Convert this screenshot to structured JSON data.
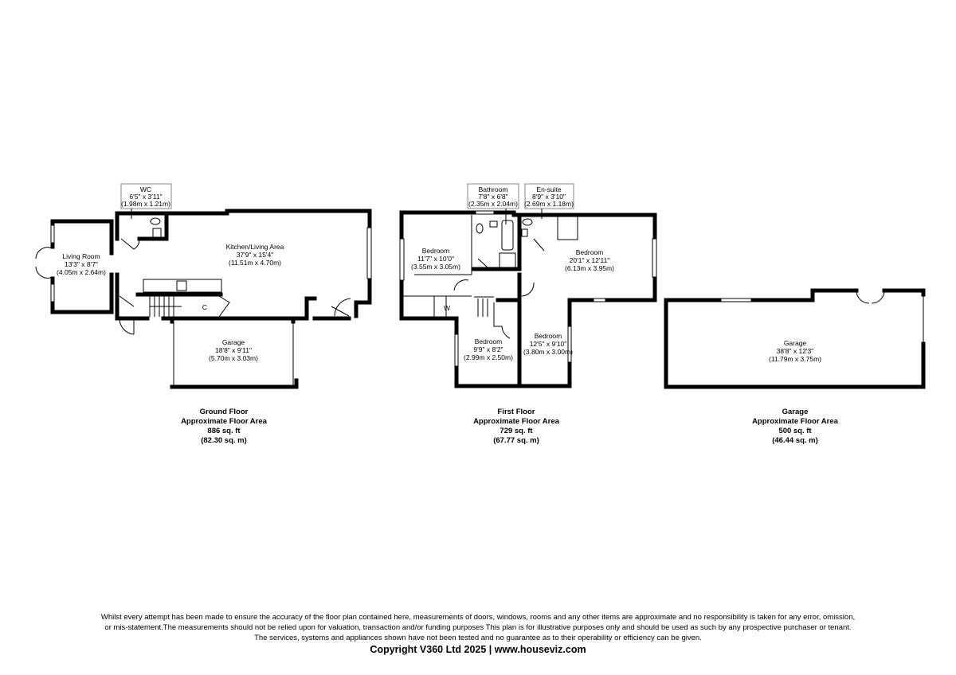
{
  "ground_floor": {
    "rooms": {
      "wc": {
        "name": "WC",
        "imperial": "6'5\" x 3'11\"",
        "metric": "(1.98m x 1.21m)"
      },
      "living": {
        "name": "Living Room",
        "imperial": "13'3\" x 8'7\"",
        "metric": "(4.05m x 2.64m)"
      },
      "kitchen": {
        "name": "Kitchen/Living Area",
        "imperial": "37'9\" x 15'4\"",
        "metric": "(11.51m x 4.70m)"
      },
      "garage": {
        "name": "Garage",
        "imperial": "18'8\" x 9'11\"",
        "metric": "(5.70m x 3.03m)"
      },
      "cupboard": {
        "name": "C"
      }
    },
    "summary": {
      "title": "Ground Floor",
      "subtitle": "Approximate Floor Area",
      "sqft": "886 sq. ft",
      "sqm": "(82.30 sq. m)"
    }
  },
  "first_floor": {
    "rooms": {
      "bathroom": {
        "name": "Bathroom",
        "imperial": "7'8\" x 6'8\"",
        "metric": "(2.35m x 2.04m)"
      },
      "ensuite": {
        "name": "En-suite",
        "imperial": "8'9\" x 3'10\"",
        "metric": "(2.69m x 1.18m)"
      },
      "bed1": {
        "name": "Bedroom",
        "imperial": "11'7\" x 10'0\"",
        "metric": "(3.55m x 3.05m)"
      },
      "bed2": {
        "name": "Bedroom",
        "imperial": "20'1\" x 12'11\"",
        "metric": "(6.13m x 3.95m)"
      },
      "bed3": {
        "name": "Bedroom",
        "imperial": "9'9\" x 8'2\"",
        "metric": "(2.99m x 2.50m)"
      },
      "bed4": {
        "name": "Bedroom",
        "imperial": "12'5\" x 9'10\"",
        "metric": "(3.80m x 3.00m)"
      },
      "wardrobe": {
        "name": "W"
      }
    },
    "summary": {
      "title": "First Floor",
      "subtitle": "Approximate Floor Area",
      "sqft": "729 sq. ft",
      "sqm": "(67.77 sq. m)"
    }
  },
  "garage": {
    "rooms": {
      "garage": {
        "name": "Garage",
        "imperial": "38'8\" x 12'3\"",
        "metric": "(11.79m x 3.75m)"
      }
    },
    "summary": {
      "title": "Garage",
      "subtitle": "Approximate Floor Area",
      "sqft": "500 sq. ft",
      "sqm": "(46.44 sq. m)"
    }
  },
  "footer": {
    "disclaimer_1": "Whilst every attempt has been made to ensure the accuracy of the floor plan contained here, measurements of doors, windows, rooms and any other items are approximate and no responsibility is taken for any error, omission,",
    "disclaimer_2": "or mis-statement.The measurements should not be relied upon for valuation, transaction and/or funding purposes This plan is for illustrative purposes only and should be used as such by any prospective purchaser or tenant.",
    "disclaimer_3": "The services, systems and appliances shown have not been tested and no guarantee as to their operability or efficiency can be given.",
    "copyright": "Copyright V360 Ltd 2025 | www.houseviz.com"
  }
}
